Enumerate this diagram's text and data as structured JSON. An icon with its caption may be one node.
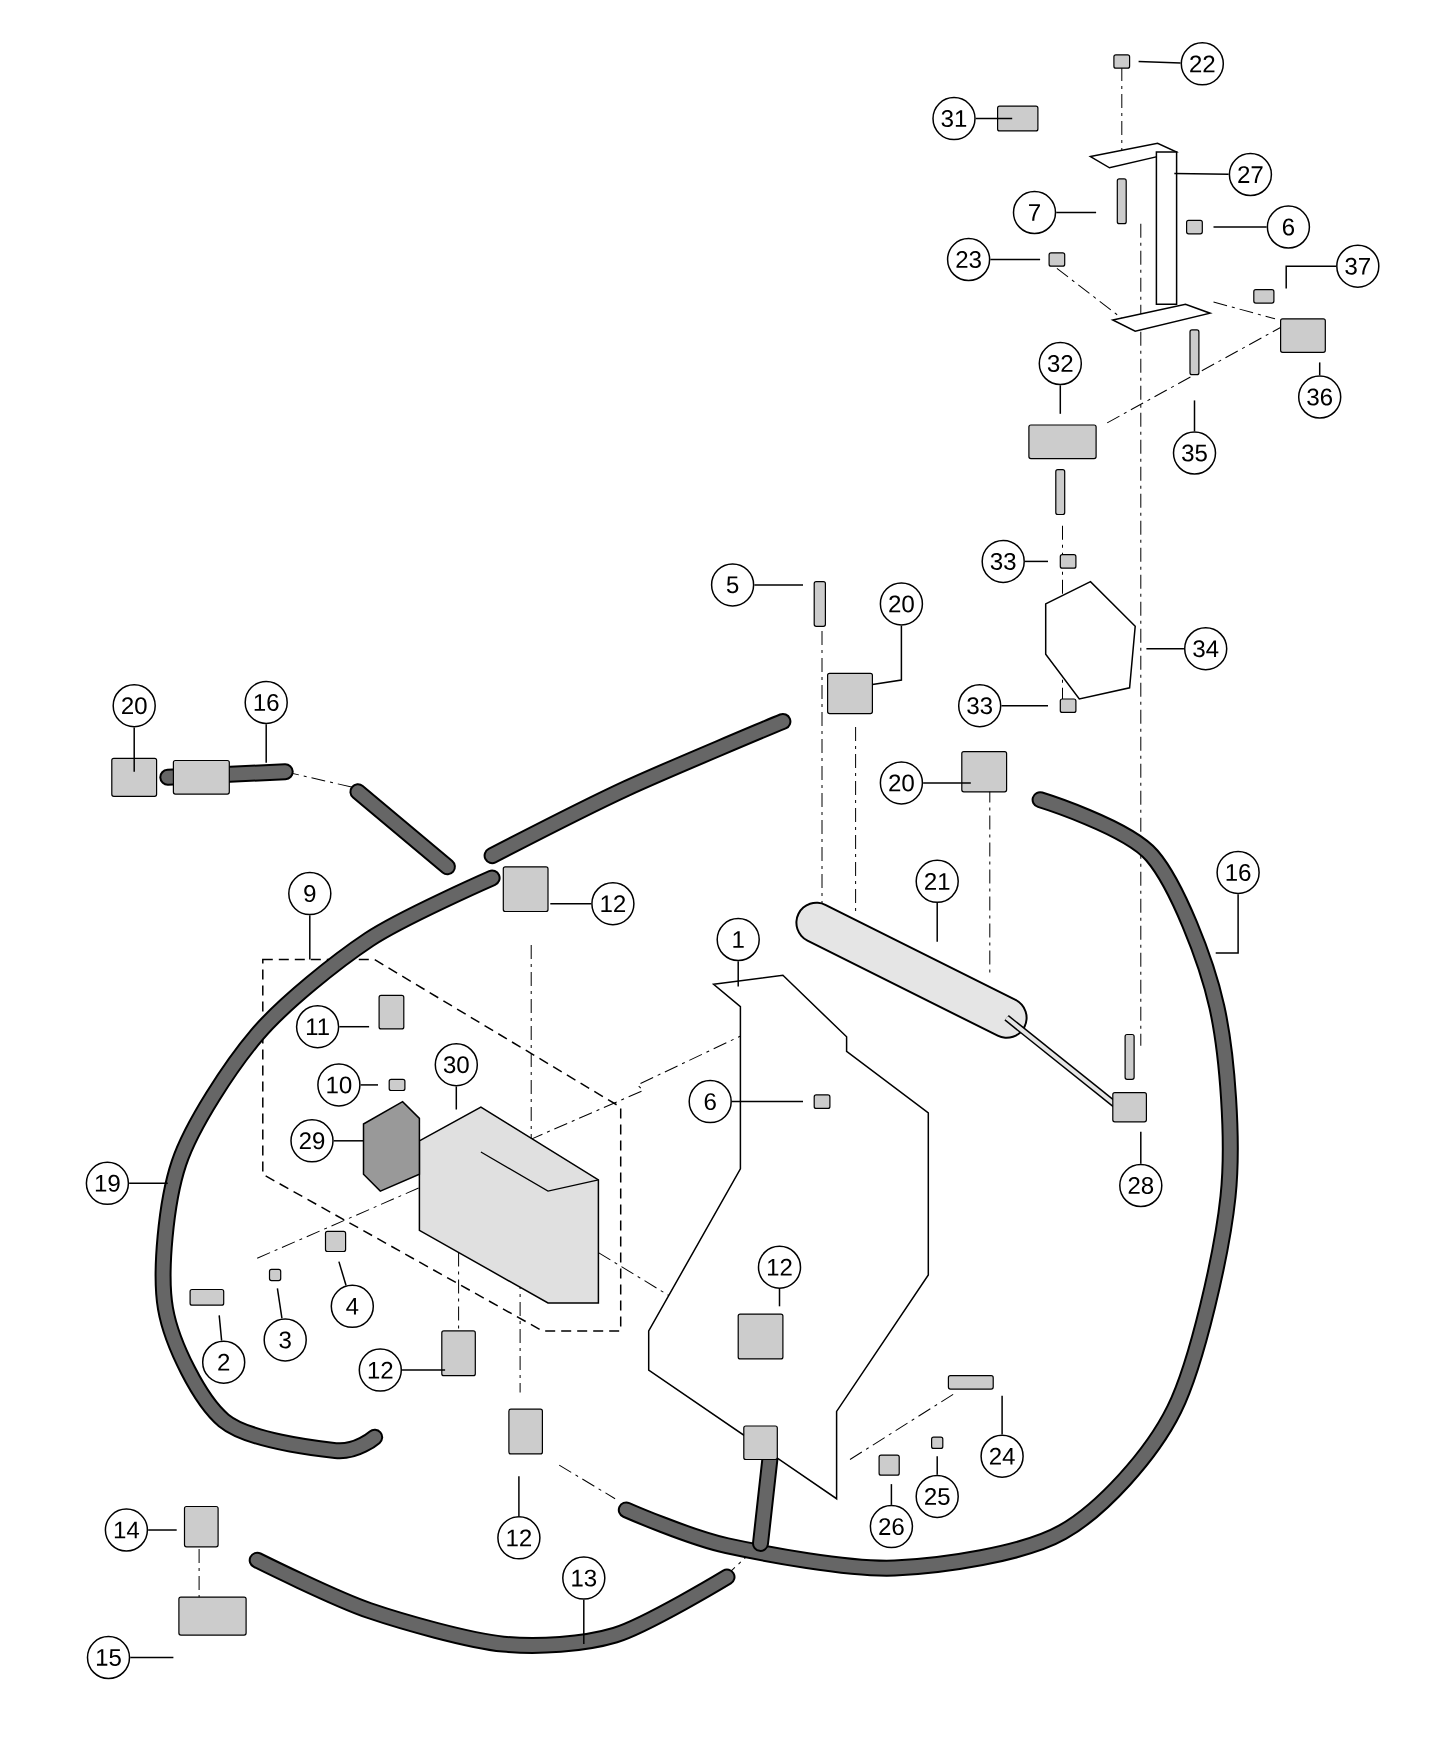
{
  "diagram": {
    "nodes": [
      {
        "text": [
          "22"
        ]
      },
      {
        "text": [
          "31"
        ]
      },
      {
        "text": [
          "27"
        ]
      },
      {
        "text": [
          "7"
        ]
      },
      {
        "text": [
          "6"
        ]
      },
      {
        "text": [
          "23"
        ]
      },
      {
        "text": [
          "37"
        ]
      },
      {
        "text": [
          "32"
        ]
      },
      {
        "text": [
          "36"
        ]
      },
      {
        "text": [
          "35"
        ]
      },
      {
        "text": [
          "33"
        ]
      },
      {
        "text": [
          "5"
        ]
      },
      {
        "text": [
          "20"
        ]
      },
      {
        "text": [
          "34"
        ]
      },
      {
        "text": [
          "20"
        ]
      },
      {
        "text": [
          "16"
        ]
      },
      {
        "text": [
          "33"
        ]
      },
      {
        "text": [
          "20"
        ]
      },
      {
        "text": [
          "16"
        ]
      },
      {
        "text": [
          "21"
        ]
      },
      {
        "text": [
          "9"
        ]
      },
      {
        "text": [
          "12"
        ]
      },
      {
        "text": [
          "1"
        ]
      },
      {
        "text": [
          "11"
        ]
      },
      {
        "text": [
          "30"
        ]
      },
      {
        "text": [
          "10"
        ]
      },
      {
        "text": [
          "6"
        ]
      },
      {
        "text": [
          "29"
        ]
      },
      {
        "text": [
          "19"
        ]
      },
      {
        "text": [
          "28"
        ]
      },
      {
        "text": [
          "4"
        ]
      },
      {
        "text": [
          "12"
        ]
      },
      {
        "text": [
          "3"
        ]
      },
      {
        "text": [
          "2"
        ]
      },
      {
        "text": [
          "12"
        ]
      },
      {
        "text": [
          "24"
        ]
      },
      {
        "text": [
          "25"
        ]
      },
      {
        "text": [
          "26"
        ]
      },
      {
        "text": [
          "14"
        ]
      },
      {
        "text": [
          "12"
        ]
      },
      {
        "text": [
          "13"
        ]
      },
      {
        "text": [
          "15"
        ]
      }
    ],
    "edges": [
      {
        "from": 0,
        "to": null,
        "arrow": "none"
      },
      {
        "from": 1,
        "to": null,
        "arrow": "none"
      },
      {
        "from": 2,
        "to": null,
        "arrow": "none"
      },
      {
        "from": 3,
        "to": null,
        "arrow": "none"
      },
      {
        "from": 4,
        "to": null,
        "arrow": "none"
      },
      {
        "from": 5,
        "to": null,
        "arrow": "none"
      },
      {
        "from": 6,
        "to": null,
        "arrow": "none"
      },
      {
        "from": 7,
        "to": null,
        "arrow": "none"
      },
      {
        "from": 8,
        "to": null,
        "arrow": "none"
      },
      {
        "from": 9,
        "to": null,
        "arrow": "none"
      },
      {
        "from": 10,
        "to": null,
        "arrow": "none"
      },
      {
        "from": 11,
        "to": null,
        "arrow": "none"
      },
      {
        "from": 12,
        "to": null,
        "arrow": "none"
      },
      {
        "from": 13,
        "to": null,
        "arrow": "none"
      },
      {
        "from": 14,
        "to": null,
        "arrow": "none"
      },
      {
        "from": 15,
        "to": null,
        "arrow": "none"
      },
      {
        "from": 16,
        "to": null,
        "arrow": "none"
      },
      {
        "from": 17,
        "to": null,
        "arrow": "none"
      },
      {
        "from": 18,
        "to": null,
        "arrow": "none"
      },
      {
        "from": 19,
        "to": null,
        "arrow": "none"
      },
      {
        "from": 20,
        "to": null,
        "arrow": "none"
      },
      {
        "from": 21,
        "to": null,
        "arrow": "none"
      },
      {
        "from": 22,
        "to": null,
        "arrow": "none"
      },
      {
        "from": 23,
        "to": null,
        "arrow": "none"
      },
      {
        "from": 24,
        "to": null,
        "arrow": "none"
      },
      {
        "from": 25,
        "to": null,
        "arrow": "none"
      },
      {
        "from": 26,
        "to": null,
        "arrow": "none"
      },
      {
        "from": 27,
        "to": null,
        "arrow": "none"
      },
      {
        "from": 28,
        "to": null,
        "arrow": "none"
      },
      {
        "from": 29,
        "to": null,
        "arrow": "none"
      },
      {
        "from": 30,
        "to": null,
        "arrow": "none"
      },
      {
        "from": 31,
        "to": null,
        "arrow": "none"
      },
      {
        "from": 32,
        "to": null,
        "arrow": "none"
      },
      {
        "from": 33,
        "to": null,
        "arrow": "none"
      },
      {
        "from": 34,
        "to": null,
        "arrow": "none"
      },
      {
        "from": 35,
        "to": null,
        "arrow": "none"
      },
      {
        "from": 36,
        "to": null,
        "arrow": "none"
      },
      {
        "from": 37,
        "to": null,
        "arrow": "none"
      },
      {
        "from": 38,
        "to": null,
        "arrow": "none"
      },
      {
        "from": 39,
        "to": null,
        "arrow": "none"
      },
      {
        "from": 40,
        "to": null,
        "arrow": "none"
      },
      {
        "from": 41,
        "to": null,
        "arrow": "none"
      }
    ]
  }
}
